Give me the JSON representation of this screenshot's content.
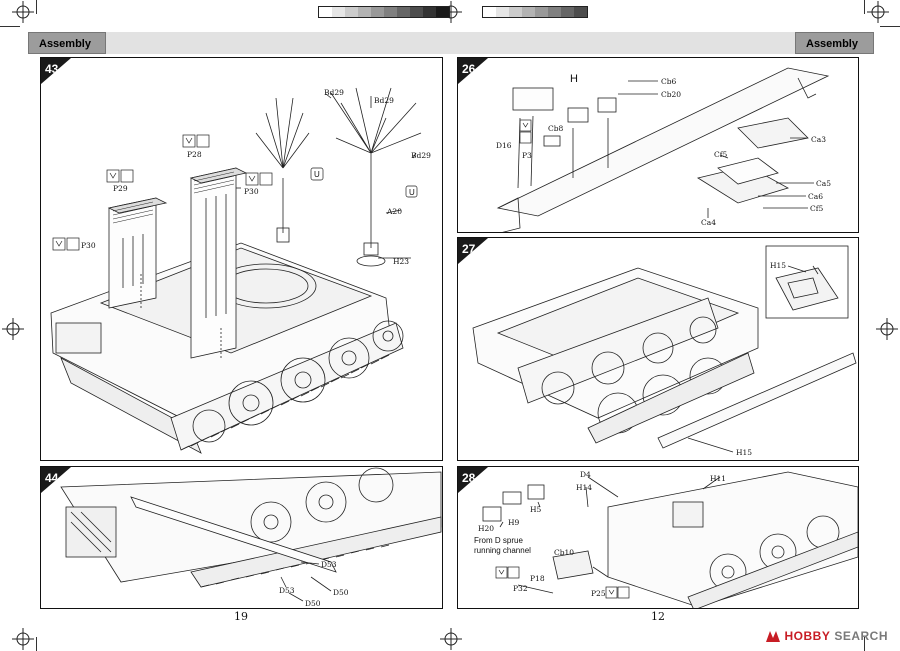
{
  "header": {
    "left_label": "Assembly",
    "right_label": "Assembly"
  },
  "steps": {
    "s43": {
      "number": "43",
      "parts": [
        "P28",
        "P29",
        "P30",
        "P30",
        "Bd29",
        "Bd29",
        "Bd29",
        "A20",
        "H23"
      ],
      "markers": [
        "U",
        "U"
      ]
    },
    "s26": {
      "number": "26",
      "parts": [
        "Cb6",
        "Cb20",
        "Cb8",
        "D16",
        "P3",
        "Ca3",
        "Cf5",
        "Ca5",
        "Ca6",
        "Cf5",
        "Ca4"
      ],
      "marker": "H"
    },
    "s27": {
      "number": "27",
      "parts": [
        "H15",
        "H15"
      ]
    },
    "s44": {
      "number": "44",
      "parts": [
        "D53",
        "D53",
        "D50",
        "D50"
      ]
    },
    "s28": {
      "number": "28",
      "parts": [
        "D4",
        "H11",
        "H14",
        "H5",
        "H20",
        "H9",
        "Cb10",
        "P18",
        "P32",
        "P25"
      ],
      "note_line1": "From D sprue",
      "note_line2": "running channel"
    }
  },
  "page_numbers": {
    "left": "19",
    "right": "12"
  },
  "watermark": {
    "brand": "HOBBY",
    "suffix": "SEARCH"
  },
  "colors": {
    "header_label_bg": "#9c9c9c",
    "header_bar_bg": "#e2e2e2",
    "badge_bg": "#1a1a1a",
    "watermark_red": "#c81d25"
  }
}
